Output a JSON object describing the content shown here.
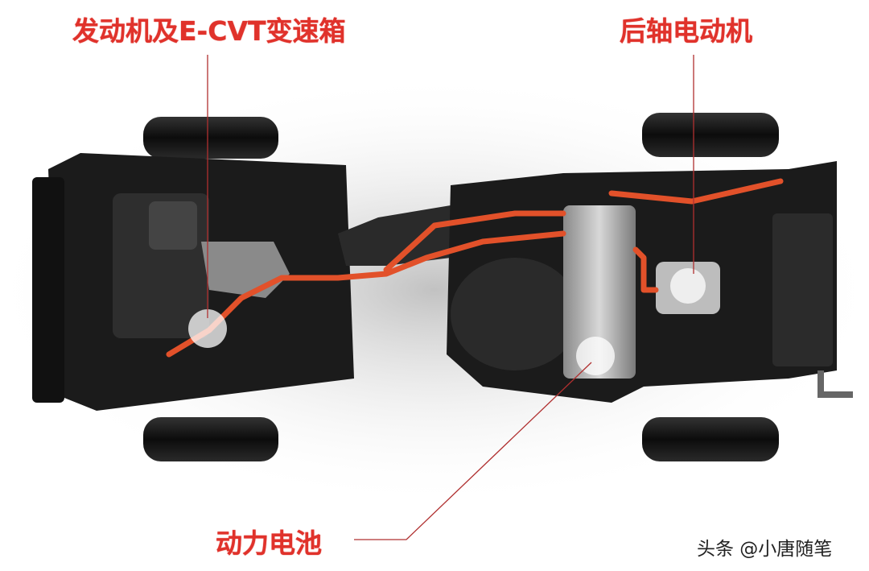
{
  "labels": {
    "engine": "发动机及E-CVT变速箱",
    "rear_motor": "后轴电动机",
    "battery": "动力电池"
  },
  "watermark": "头条 @小唐随笔",
  "colors": {
    "label": "#e0322b",
    "cable": "#e2512a",
    "chassis": "#1b1b1b"
  }
}
